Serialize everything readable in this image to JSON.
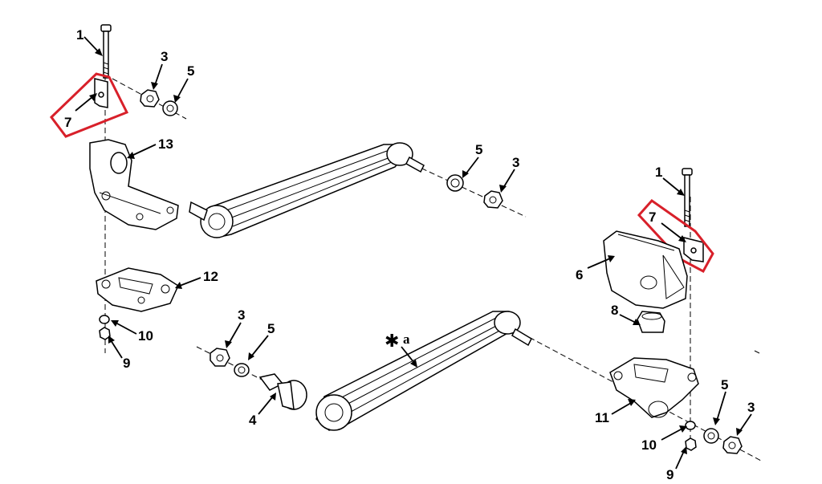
{
  "callouts": {
    "l1": "1",
    "l3": "3",
    "l5": "5",
    "l7": "7",
    "l13": "13",
    "m5": "5",
    "m3": "3",
    "l12": "12",
    "l10": "10",
    "l9": "9",
    "b3": "3",
    "b5": "5",
    "b4": "4",
    "a_mark": "a",
    "r1": "1",
    "r7": "7",
    "r6": "6",
    "r8": "8",
    "r11": "11",
    "r5": "5",
    "r3": "3",
    "r10": "10",
    "r9": "9"
  },
  "star_symbol": "✱",
  "highlight_color": "#d8202a"
}
